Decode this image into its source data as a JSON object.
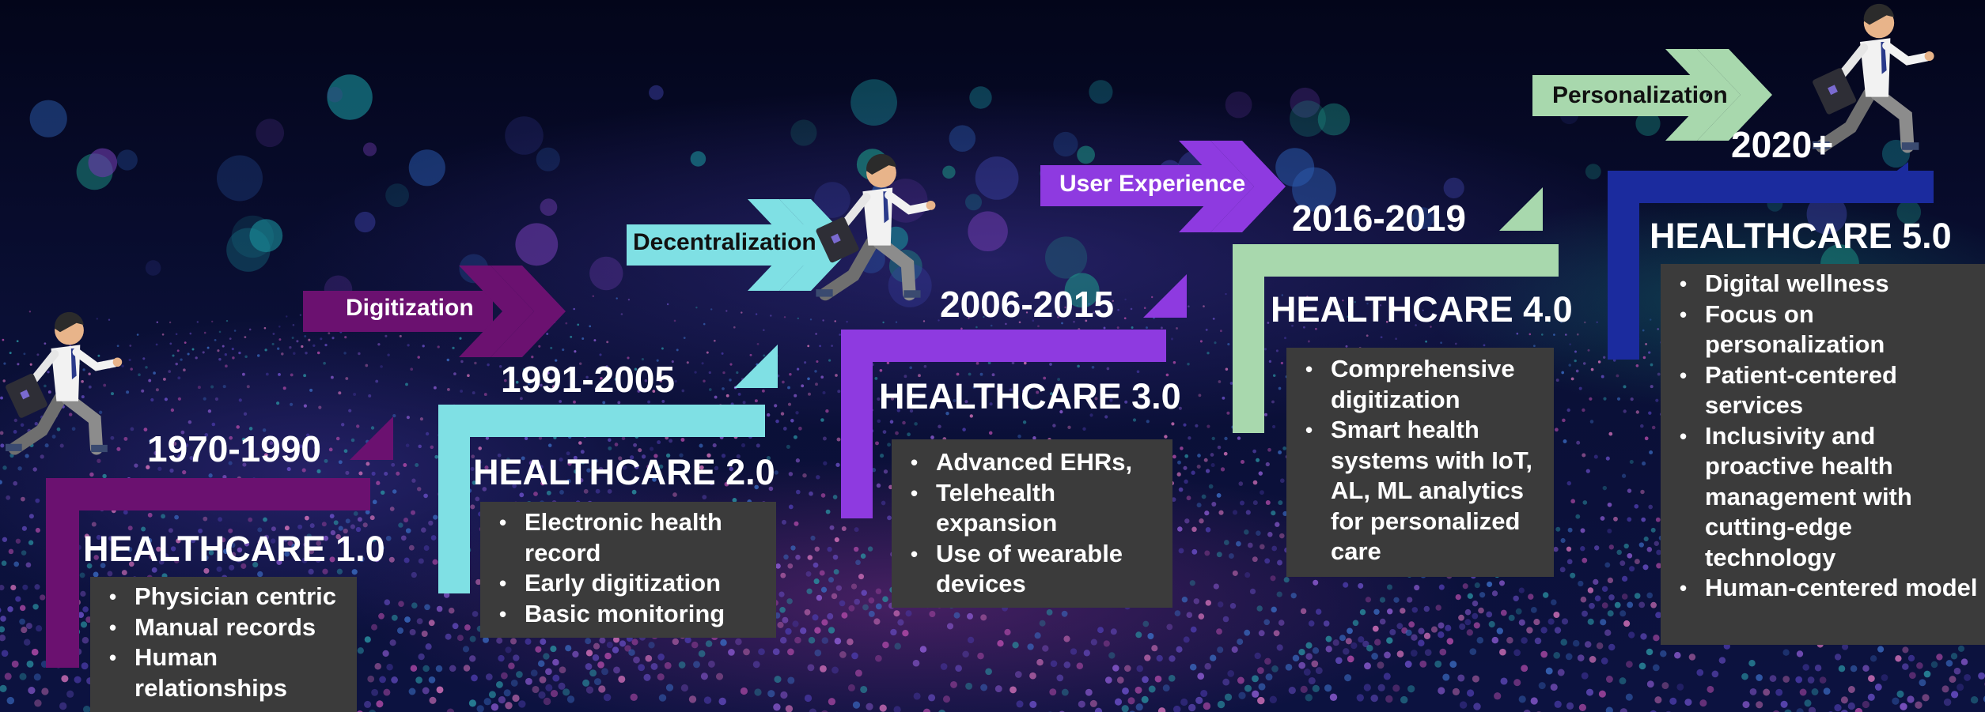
{
  "colors": {
    "stage1": "#6b1170",
    "stage2": "#7fe0e4",
    "stage3": "#8e3ae0",
    "stage4": "#a8d8ad",
    "stage5": "#1b2b9e",
    "textbox": "#3b3b3b"
  },
  "stages": [
    {
      "years": "1970-1990",
      "title": "HEALTHCARE 1.0",
      "bullets": [
        "Physician centric",
        "Manual records",
        "Human relationships"
      ]
    },
    {
      "years": "1991-2005",
      "title": "HEALTHCARE 2.0",
      "bullets": [
        "Electronic health record",
        "Early digitization",
        "Basic monitoring"
      ]
    },
    {
      "years": "2006-2015",
      "title": "HEALTHCARE 3.0",
      "bullets": [
        "Advanced EHRs,",
        "Telehealth expansion",
        "Use of wearable devices"
      ]
    },
    {
      "years": "2016-2019",
      "title": "HEALTHCARE 4.0",
      "bullets": [
        "Comprehensive digitization",
        "Smart health systems with IoT, AL, ML  analytics for personalized care"
      ]
    },
    {
      "years": "2020+",
      "title": "HEALTHCARE 5.0",
      "bullets": [
        "Digital wellness",
        "Focus on personalization",
        "Patient-centered services",
        "Inclusivity and proactive health management with cutting-edge technology",
        "Human-centered model"
      ]
    }
  ],
  "transitions": [
    {
      "label": "Digitization",
      "color": "#6b1170",
      "text_color": "#ffffff"
    },
    {
      "label": "Decentralization",
      "color": "#7fe0e4",
      "text_color": "#111111"
    },
    {
      "label": "User Experience",
      "color": "#8e3ae0",
      "text_color": "#ffffff"
    },
    {
      "label": "Personalization",
      "color": "#a8d8ad",
      "text_color": "#111111"
    }
  ]
}
